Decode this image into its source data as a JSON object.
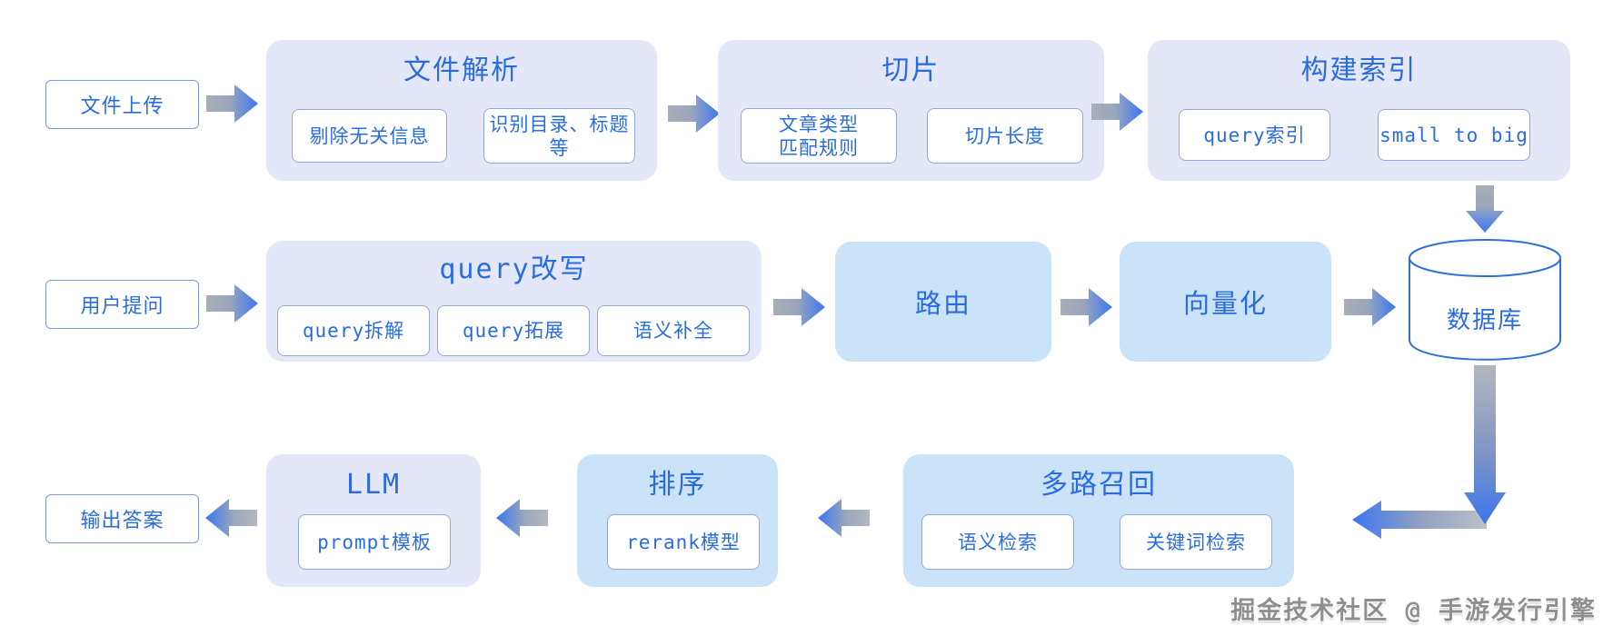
{
  "watermark": "掘金技术社区 @ 手游发行引擎",
  "colors": {
    "text_blue": "#2a6ce0",
    "group_lavender": "#e3e7f8",
    "group_blue": "#cbe3f8",
    "arrow_gray": "#a9aeb6",
    "arrow_blue": "#3b76f0",
    "cylinder_stroke": "#2e72d6"
  },
  "flow": {
    "row1": {
      "source": "文件上传",
      "groups": [
        {
          "title": "文件解析",
          "items": [
            "剔除无关信息",
            "识别目录、标题\n等"
          ]
        },
        {
          "title": "切片",
          "items": [
            "文章类型\n匹配规则",
            "切片长度"
          ]
        },
        {
          "title": "构建索引",
          "items": [
            "query索引",
            "small to big"
          ]
        }
      ]
    },
    "row2": {
      "source": "用户提问",
      "group": {
        "title": "query改写",
        "items": [
          "query拆解",
          "query拓展",
          "语义补全"
        ]
      },
      "router": "路由",
      "vectorize": "向量化",
      "database": "数据库"
    },
    "row3": {
      "output": "输出答案",
      "groups": [
        {
          "title": "LLM",
          "items": [
            "prompt模板"
          ]
        },
        {
          "title": "排序",
          "items": [
            "rerank模型"
          ]
        },
        {
          "title": "多路召回",
          "items": [
            "语义检索",
            "关键词检索"
          ]
        }
      ]
    }
  }
}
